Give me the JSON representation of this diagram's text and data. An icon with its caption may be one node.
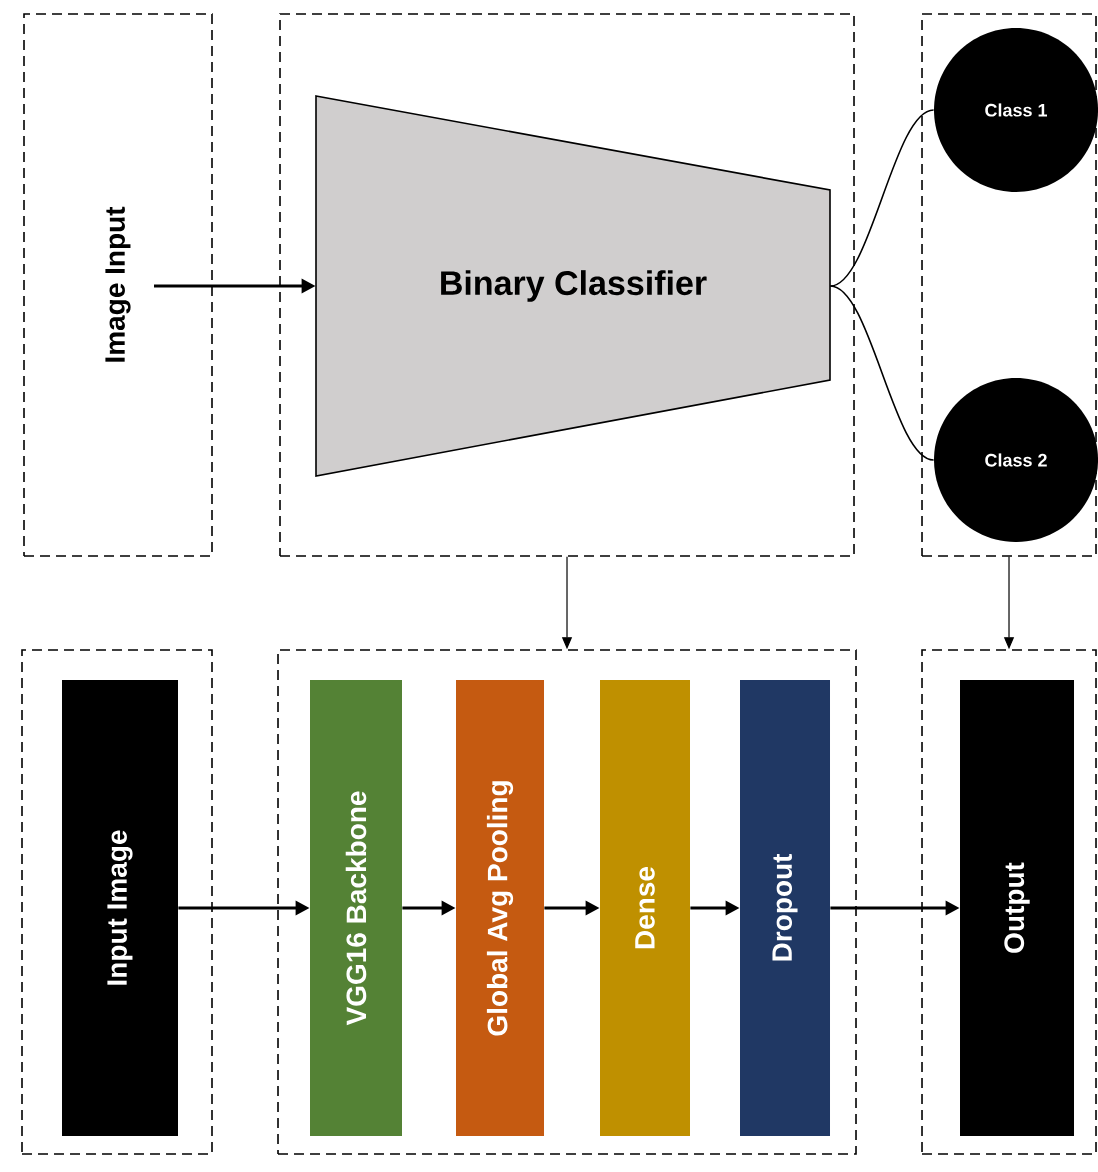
{
  "diagram": {
    "nodes": [
      {
        "text": [
          "Image Input"
        ]
      },
      {
        "text": [],
        "shape": "box"
      },
      {
        "text": [
          "Binary Classifier"
        ],
        "in": 1
      },
      {
        "text": [],
        "shape": "box"
      },
      {
        "text": [
          "Class 1"
        ],
        "in": 3
      },
      {
        "text": [
          "Class 2"
        ],
        "in": 3
      },
      {
        "text": [],
        "shape": "box"
      },
      {
        "text": [
          "Input Image"
        ],
        "in": 6
      },
      {
        "text": [],
        "shape": "box"
      },
      {
        "text": [
          "VGG16 Backbone"
        ],
        "in": 8
      },
      {
        "text": [
          "Global Avg Pooling"
        ],
        "in": 8
      },
      {
        "text": [
          "Dense"
        ],
        "in": 8
      },
      {
        "text": [
          "Dropout"
        ],
        "in": 8
      },
      {
        "text": [],
        "shape": "box"
      },
      {
        "text": [
          "Output"
        ],
        "in": 13
      }
    ],
    "edges": [
      {
        "from": 0,
        "to": 2,
        "arrow": "to"
      },
      {
        "from": 2,
        "to": 4,
        "arrow": "none"
      },
      {
        "from": 2,
        "to": 5,
        "arrow": "none"
      },
      {
        "from": 1,
        "to": 8,
        "arrow": "to"
      },
      {
        "from": 3,
        "to": 13,
        "arrow": "to"
      },
      {
        "from": 7,
        "to": 9,
        "arrow": "to"
      },
      {
        "from": 9,
        "to": 10,
        "arrow": "to"
      },
      {
        "from": 10,
        "to": 11,
        "arrow": "to"
      },
      {
        "from": 11,
        "to": 12,
        "arrow": "to"
      },
      {
        "from": 12,
        "to": 14,
        "arrow": "to"
      }
    ]
  }
}
